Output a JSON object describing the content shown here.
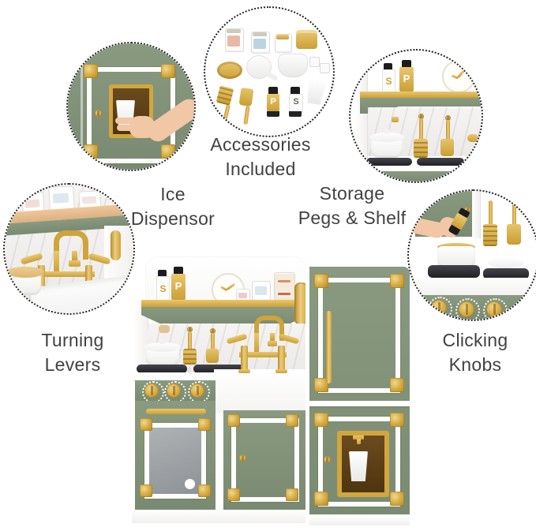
{
  "callouts": {
    "ice_dispenser": {
      "line1": "Ice",
      "line2": "Dispensor"
    },
    "accessories": {
      "line1": "Accessories",
      "line2": "Included"
    },
    "storage_pegs": {
      "line1": "Storage",
      "line2": "Pegs & Shelf"
    },
    "turning_levers": {
      "line1": "Turning",
      "line2": "Levers"
    },
    "clicking_knobs": {
      "line1": "Clicking",
      "line2": "Knobs"
    }
  },
  "product": {
    "salt_letter": "S",
    "pepper_letter": "P"
  },
  "colors": {
    "background": "#ffffff",
    "sage_green": "#8a9a80",
    "gold": "#d2a63e",
    "label_text": "#414141",
    "marble": "#f0eeec",
    "skin": "#f1c7a6",
    "wood": "#e7bd90",
    "burner_black": "#2b2b30"
  }
}
